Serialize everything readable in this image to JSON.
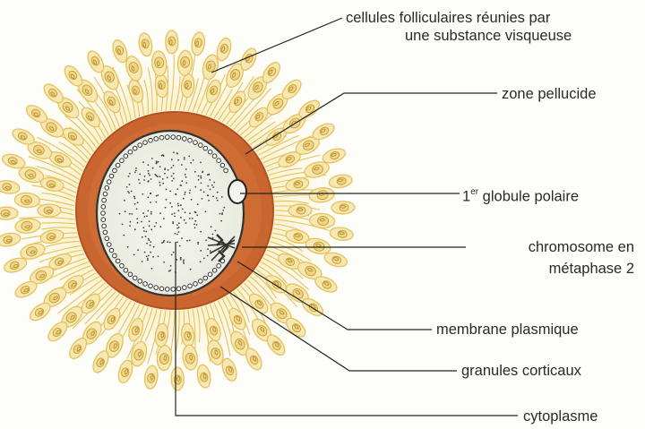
{
  "labels": {
    "cellules_line1": "cellules folliculaires réunies par",
    "cellules_line2": "une substance visqueuse",
    "zone_pellucide": "zone pellucide",
    "globule_prefix": "1",
    "globule_sup": "er",
    "globule_rest": " globule polaire",
    "chromosome_line1": "chromosome en",
    "chromosome_line2": "métaphase 2",
    "membrane": "membrane plasmique",
    "granules": "granules corticaux",
    "cytoplasme": "cytoplasme"
  },
  "colors": {
    "corona": "#e6c25a",
    "corona_fill": "#f6e7b3",
    "zone_pellucide": "#c9652e",
    "cytoplasm": "#f1f2ea",
    "membrane": "#333333",
    "leader_line": "#222222"
  }
}
